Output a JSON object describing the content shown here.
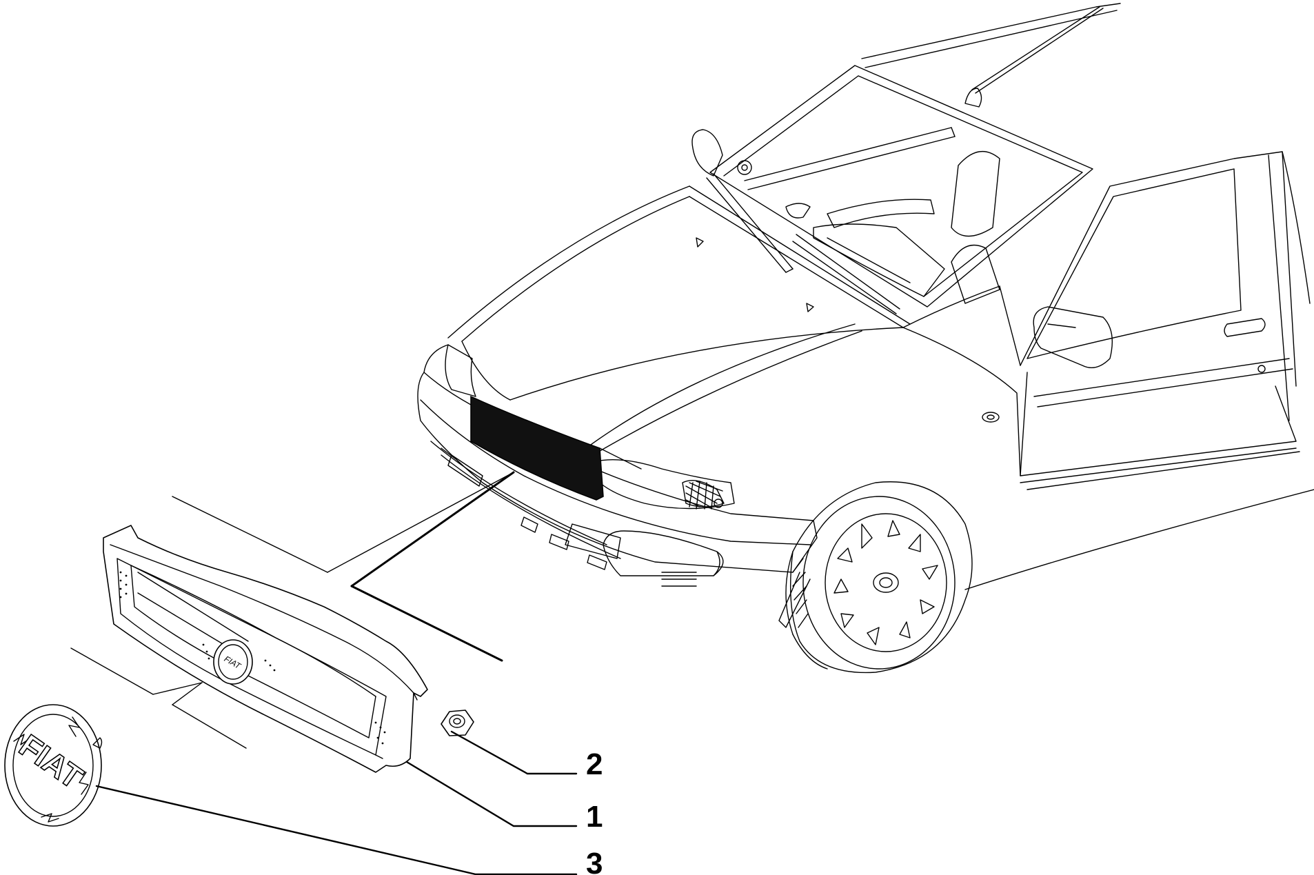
{
  "callouts": [
    {
      "id": "1",
      "label": "1"
    },
    {
      "id": "2",
      "label": "2"
    },
    {
      "id": "3",
      "label": "3"
    }
  ],
  "logo": {
    "text": "FIAT"
  }
}
